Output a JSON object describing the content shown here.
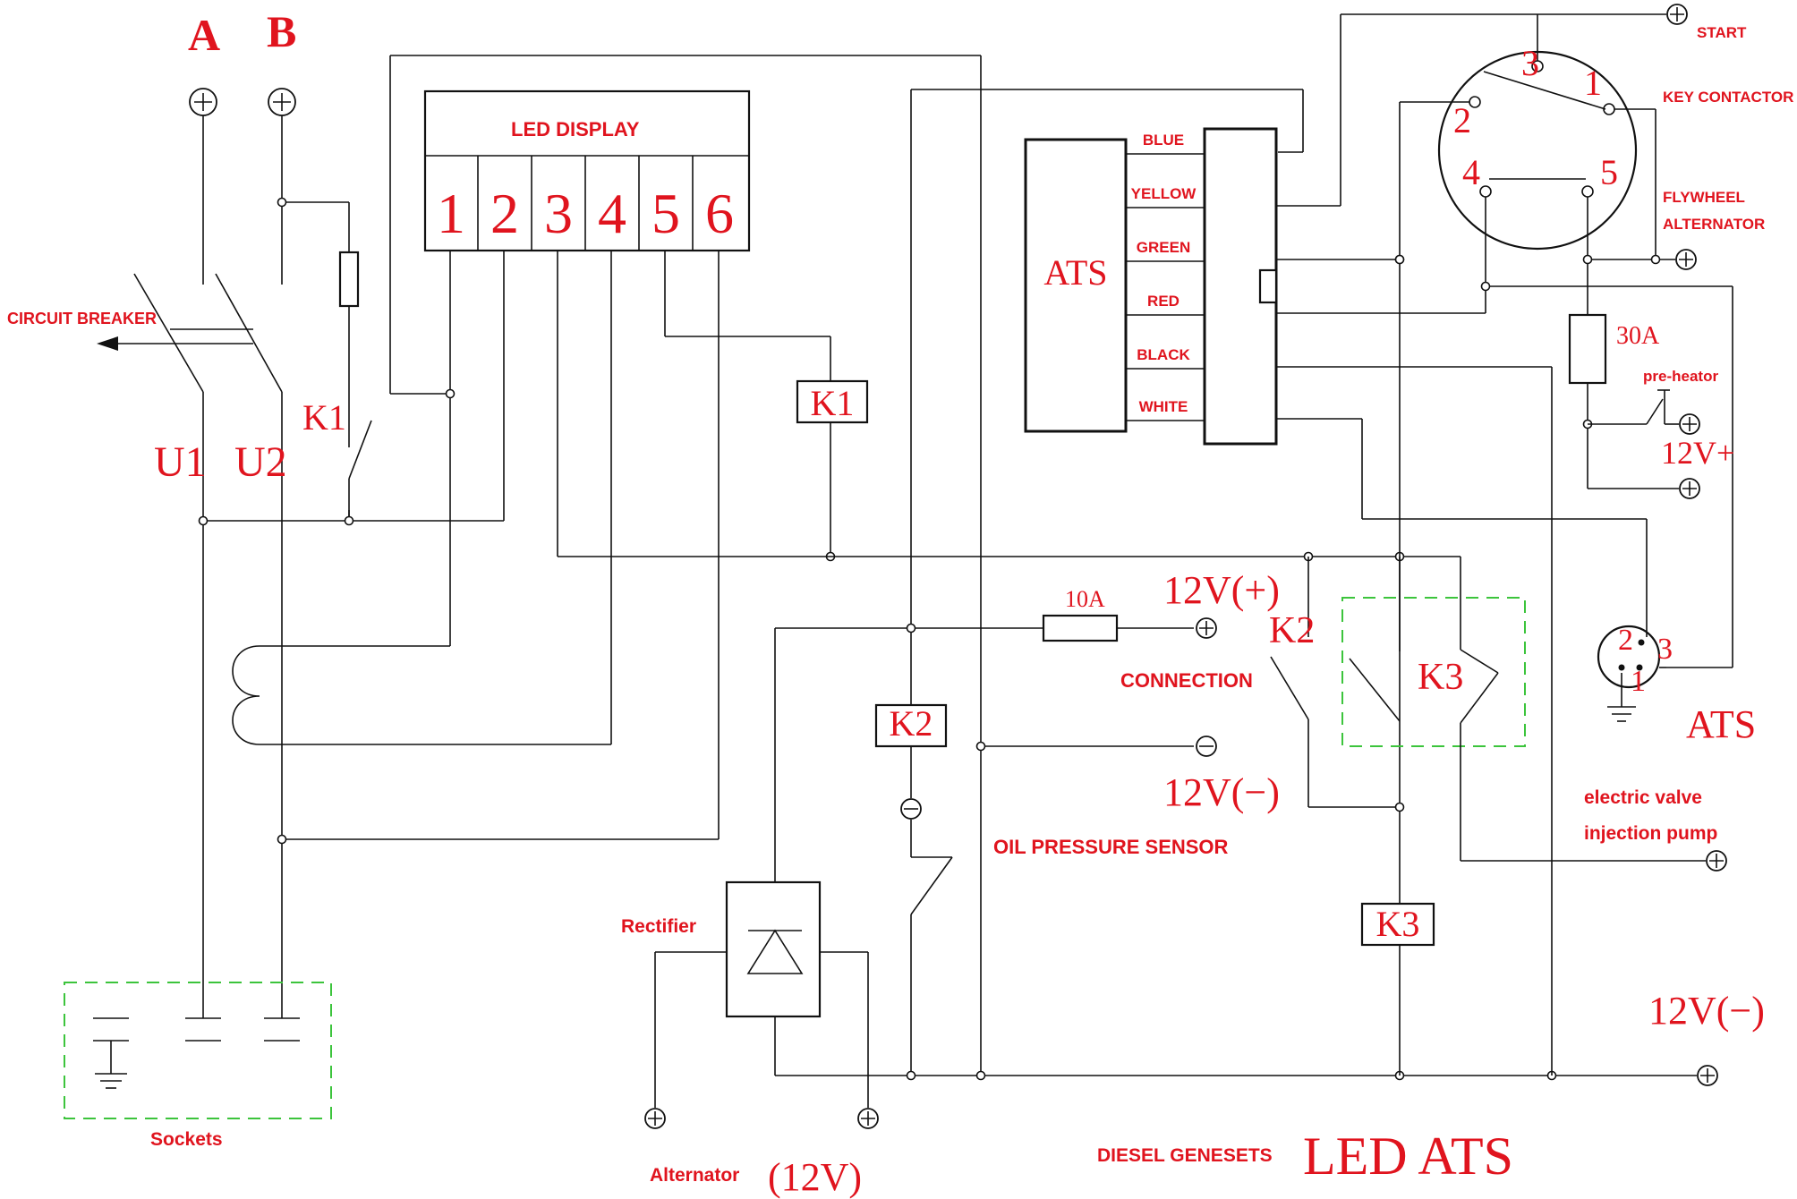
{
  "labels": {
    "phase_a": "A",
    "phase_b": "B",
    "led_display": "LED DISPLAY",
    "led_pins": [
      "1",
      "2",
      "3",
      "4",
      "5",
      "6"
    ],
    "circuit_breaker": "CIRCUIT BREAKER",
    "u1": "U1",
    "u2": "U2",
    "k1_contact": "K1",
    "k1_relay": "K1",
    "ats_box": "ATS",
    "wire_colors": [
      "BLUE",
      "YELLOW",
      "GREEN",
      "RED",
      "BLACK",
      "WHITE"
    ],
    "start": "START",
    "key_contactor": "KEY CONTACTOR",
    "flywheel_alternator": [
      "FLYWHEEL",
      "ALTERNATOR"
    ],
    "key_pins": [
      "3",
      "1",
      "2",
      "4",
      "5"
    ],
    "fuse_30a": "30A",
    "pre_heater": "pre-heator",
    "v12_plus_heater": "12V+",
    "fuse_10a": "10A",
    "v12_plus": "12V(+)",
    "connection": "CONNECTION",
    "k2_contact": "K2",
    "k3_contact": "K3",
    "k2_relay": "K2",
    "k3_relay": "K3",
    "v12_minus_mid": "12V(−)",
    "oil_pressure_sensor": "OIL PRESSURE SENSOR",
    "ats_socket_pins": [
      "2",
      "3",
      "1"
    ],
    "ats_socket": "ATS",
    "electric_valve": "electric valve",
    "injection_pump": "injection pump",
    "rectifier": "Rectifier",
    "v12_minus_right": "12V(−)",
    "sockets": "Sockets",
    "alternator": "Alternator",
    "alternator_voltage": "(12V)",
    "diesel_gensets": "DIESEL GENESETS",
    "led_ats": "LED ATS"
  },
  "colors": {
    "label_red": "#e0141e",
    "wire_black": "#111111",
    "dashed_green": "#3cc43c"
  }
}
